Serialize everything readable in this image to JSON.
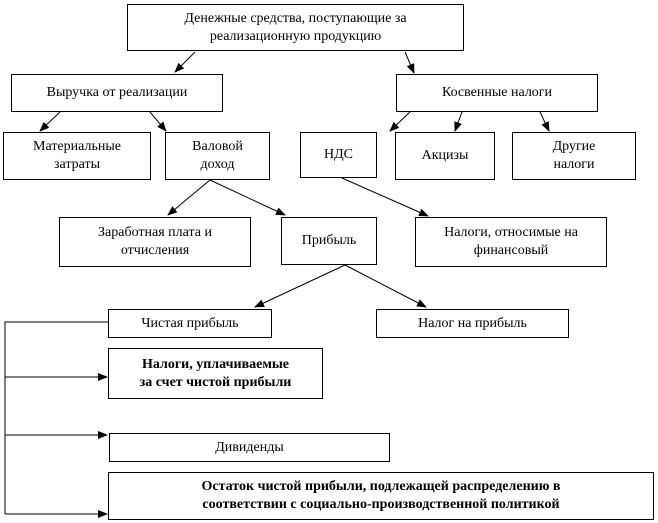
{
  "nodes": {
    "root": "Денежные средства, поступающие за\nреализационную продукцию",
    "revenue": "Выручка  от реализации",
    "indirect_taxes": "Косвенные  налоги",
    "material_costs": "Материальные\nзатраты",
    "gross_income": "Валовой\nдоход",
    "vat": "НДС",
    "excises": "Акцизы",
    "other_taxes": "Другие\nналоги",
    "wages": "Заработная  плата  и\nотчисления",
    "profit": "Прибыль",
    "financial_taxes": "Налоги,  относимые  на\nфинансовый",
    "net_profit": "Чистая  прибыль",
    "profit_tax": "Налог на прибыль",
    "net_profit_taxes": "Налоги, уплачиваемые\nза счет чистой прибыли",
    "dividends": "Дивиденды",
    "retained": "Остаток  чистой прибыли, подлежащей распределению в\nсоответствии с социально-производственной политикой"
  },
  "colors": {
    "line": "#000000",
    "box_border": "#000000",
    "background": "#ffffff"
  }
}
